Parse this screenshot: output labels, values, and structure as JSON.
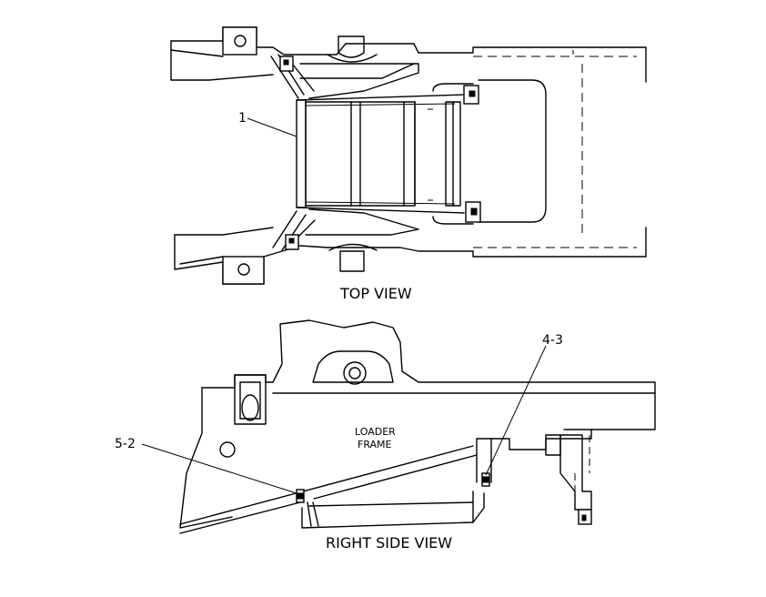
{
  "views": {
    "top_title": "TOP VIEW",
    "side_title": "RIGHT SIDE VIEW"
  },
  "callouts": {
    "item_1": "1",
    "item_5_2": "5-2",
    "item_4_3": "4-3"
  },
  "component_labels": {
    "loader_frame_line1": "LOADER",
    "loader_frame_line2": "FRAME"
  }
}
